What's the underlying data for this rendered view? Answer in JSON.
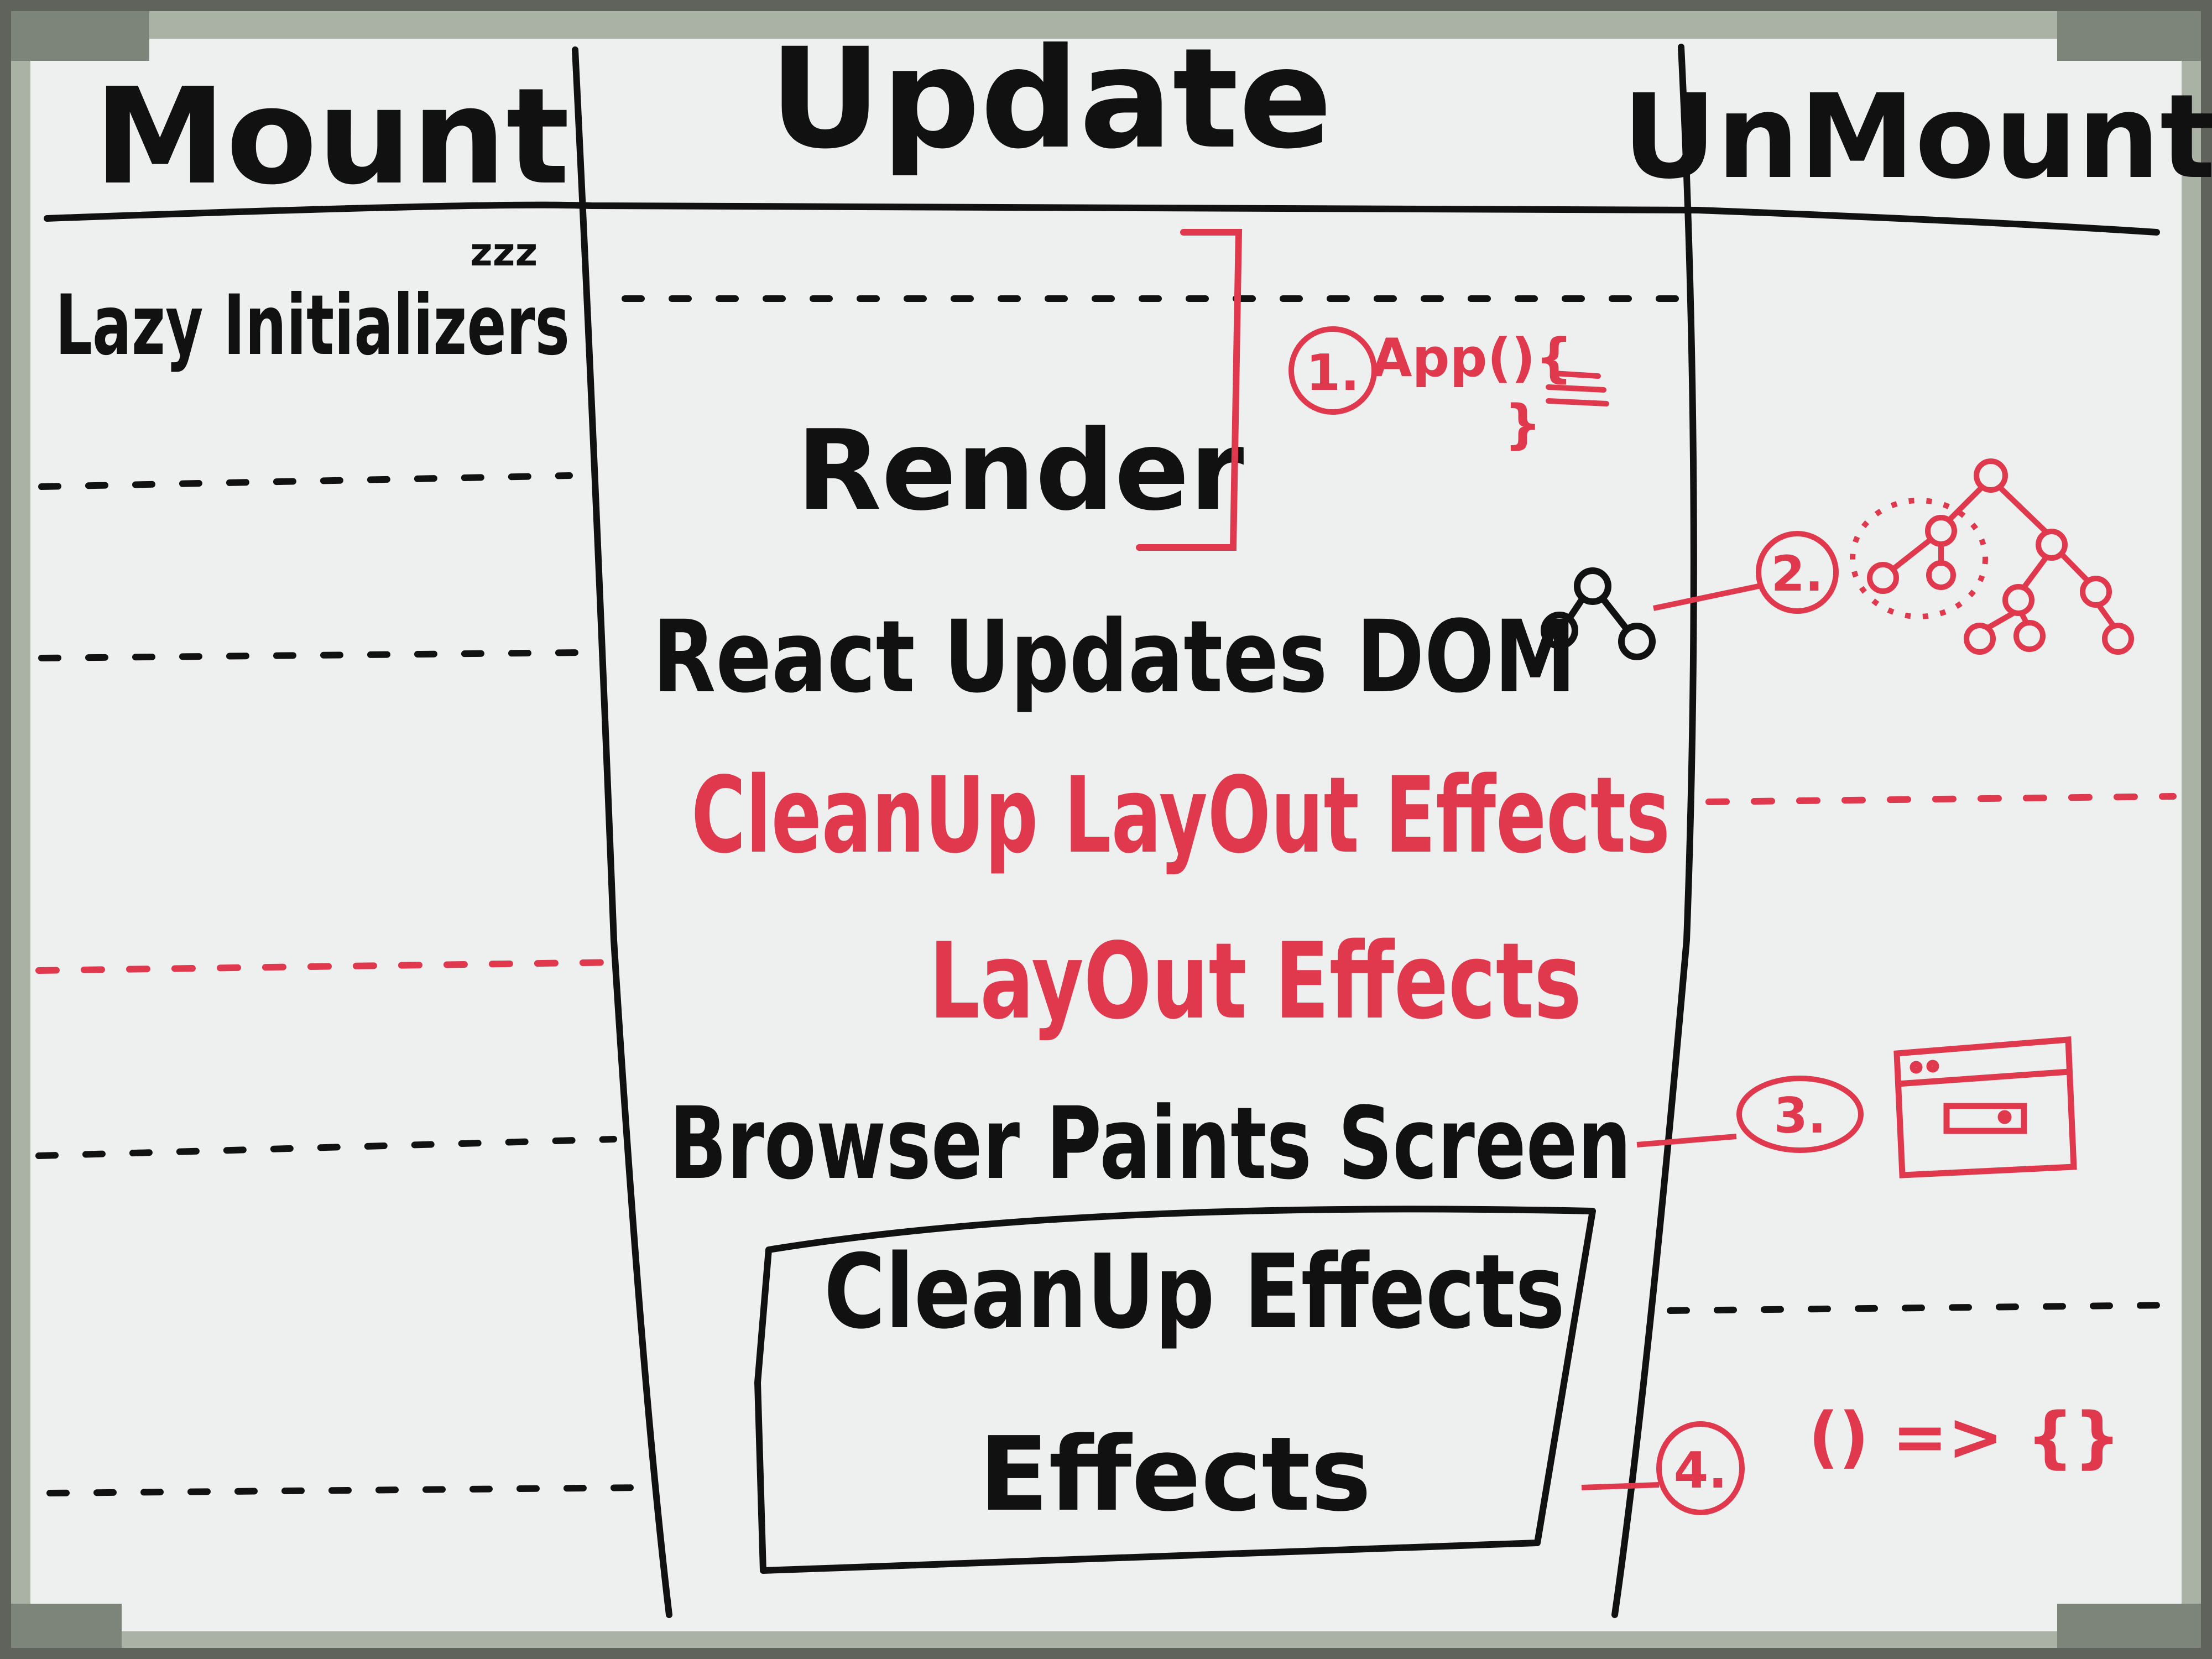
{
  "colors": {
    "black_marker": "#111111",
    "red_marker": "#e0394e",
    "board": "#eef0f0",
    "frame": "#aab2a6"
  },
  "columns": {
    "mount": "Mount",
    "update": "Update",
    "unmount": "UnMount"
  },
  "mount_column": {
    "lazy_initializers": "Lazy Initializers",
    "sleep_marks": "zzz"
  },
  "update_column": {
    "render": "Render",
    "react_updates_dom": "React Updates DOM",
    "cleanup_layout_effects": "CleanUp LayOut Effects",
    "layout_effects": "LayOut Effects",
    "browser_paints_screen": "Browser Paints Screen",
    "cleanup_effects": "CleanUp Effects",
    "effects": "Effects"
  },
  "annotations": {
    "note_1_number": "1.",
    "note_1_text_line1": "App(){",
    "note_1_text_line2": "}",
    "note_2_number": "2.",
    "note_3_number": "3.",
    "note_4_number": "4.",
    "note_4_text": "() => {}"
  },
  "icons": [
    "dom-node-icon",
    "dom-tree-icon",
    "browser-window-icon",
    "equals-lines-icon"
  ]
}
